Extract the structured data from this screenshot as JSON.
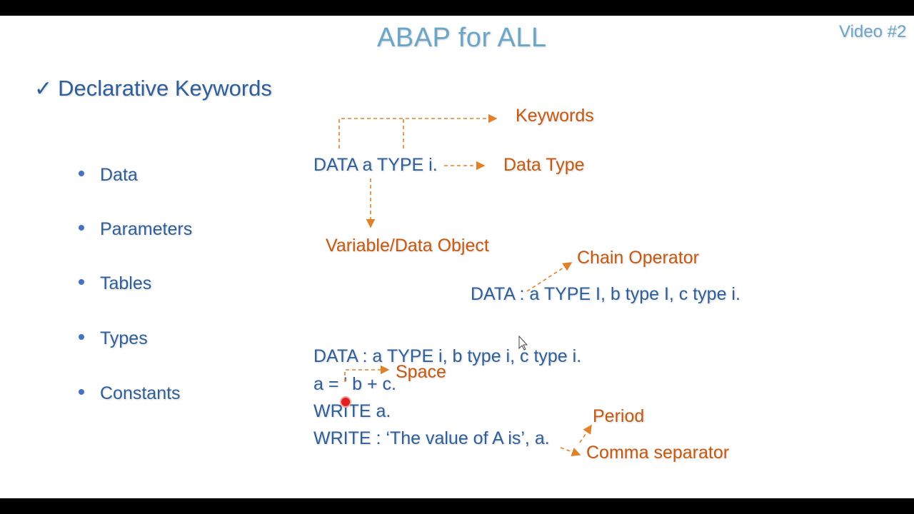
{
  "title": "ABAP for ALL",
  "video_label": "Video #2",
  "heading": "Declarative Keywords",
  "bullets": [
    "Data",
    "Parameters",
    "Tables",
    "Types",
    "Constants"
  ],
  "example1": {
    "code": "DATA a TYPE i.",
    "keywords_label": "Keywords",
    "data_type_label": "Data Type",
    "variable_label": "Variable/Data Object"
  },
  "example2": {
    "chain_label": "Chain Operator",
    "code": "DATA : a TYPE I, b type I, c type i."
  },
  "example3": {
    "line1": "DATA : a TYPE i, b type i, c type i.",
    "line2": "a = ' b + c.",
    "line3": "WRITE a.",
    "line4": "WRITE : ‘The value of A is’, a.",
    "space_label": "Space",
    "period_label": "Period",
    "comma_label": "Comma separator"
  },
  "colors": {
    "title": "#6aa6c8",
    "text_blue": "#2f5f98",
    "annotation_orange": "#c55a11",
    "arrow_orange": "#e0822b"
  }
}
